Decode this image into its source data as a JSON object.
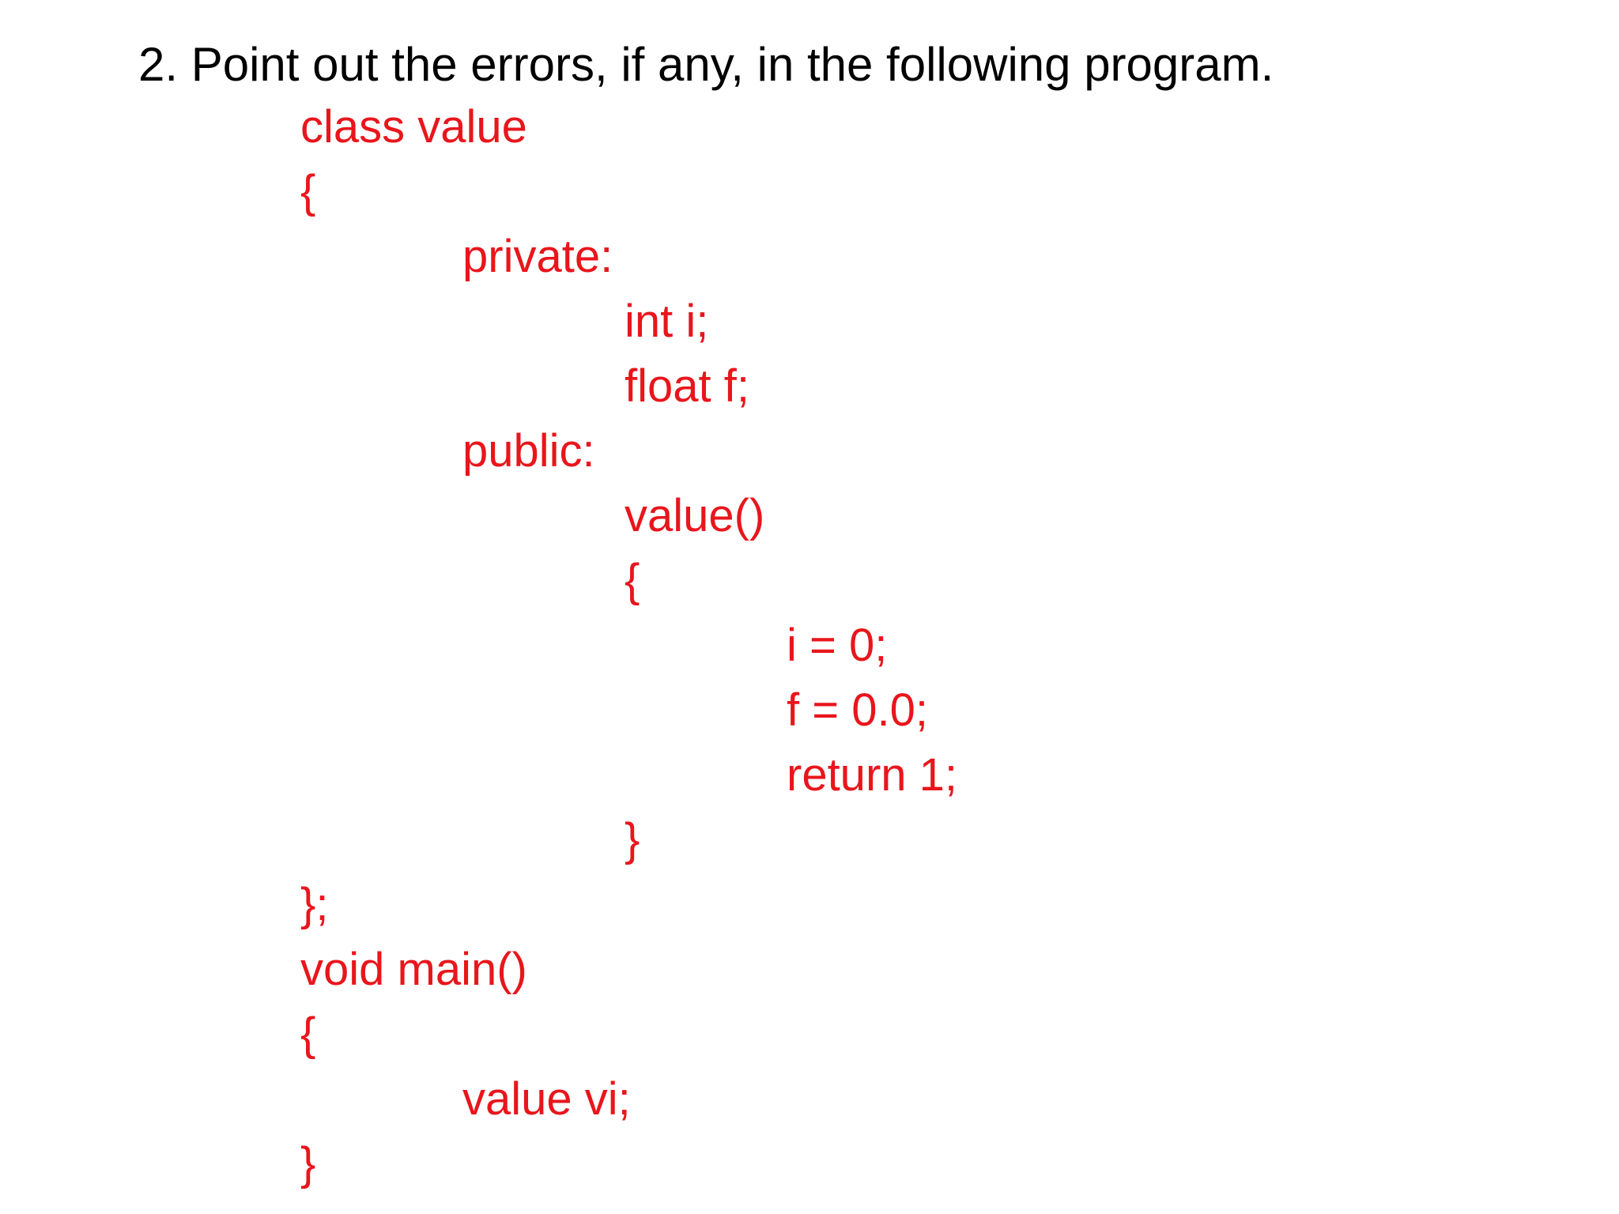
{
  "question": {
    "text": "2. Point out the errors, if any, in the following program."
  },
  "code": {
    "color": "#e8161c",
    "lines": [
      {
        "text": "class value"
      },
      {
        "text": "{"
      },
      {
        "text": "private:"
      },
      {
        "text": "int i;"
      },
      {
        "text": "float f;"
      },
      {
        "text": "public:"
      },
      {
        "text": "value()"
      },
      {
        "text": "{"
      },
      {
        "text": "i = 0;"
      },
      {
        "text": "f = 0.0;"
      },
      {
        "text": "return 1;"
      },
      {
        "text": "}"
      },
      {
        "text": "};"
      },
      {
        "text": "void main()"
      },
      {
        "text": "{"
      },
      {
        "text": "value vi;"
      },
      {
        "text": "}"
      }
    ]
  }
}
